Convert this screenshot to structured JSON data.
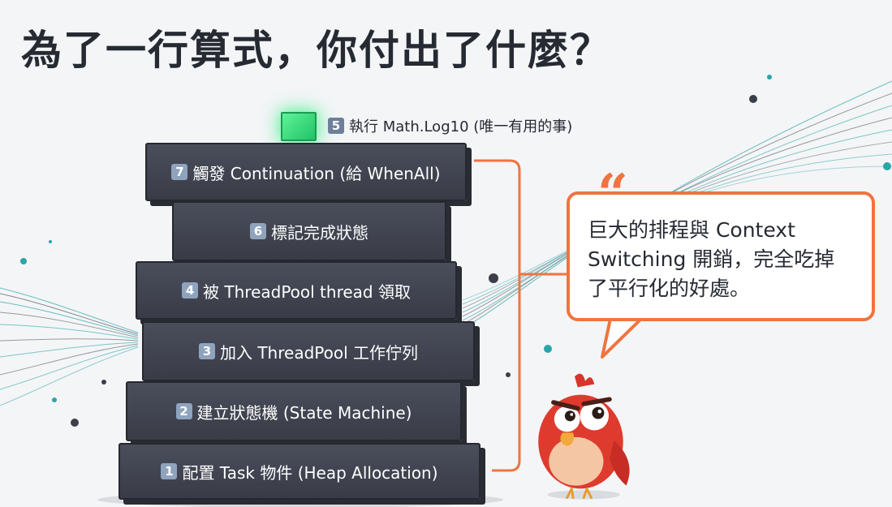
{
  "title": "為了一行算式，你付出了什麼？",
  "top_step": {
    "number": "5",
    "label": "執行 Math.Log10 (唯一有用的事)"
  },
  "steps": [
    {
      "number": "7",
      "label": "觸發 Continuation (給 WhenAll)"
    },
    {
      "number": "6",
      "label": "標記完成狀態"
    },
    {
      "number": "4",
      "label": "被 ThreadPool thread 領取"
    },
    {
      "number": "3",
      "label": "加入 ThreadPool 工作佇列"
    },
    {
      "number": "2",
      "label": "建立狀態機 (State Machine)"
    },
    {
      "number": "1",
      "label": "配置 Task 物件 (Heap Allocation)"
    }
  ],
  "callout": {
    "quote_mark": "“",
    "lines": [
      "巨大的排程與 Context",
      "Switching 開銷，完全吃掉",
      "了平行化的好處。"
    ]
  },
  "colors": {
    "accent": "#ef7440",
    "block": "#3d404b",
    "glow_cube": "#39db7e",
    "badge": "#8fa3bd",
    "lines": "#2aa5a8"
  }
}
